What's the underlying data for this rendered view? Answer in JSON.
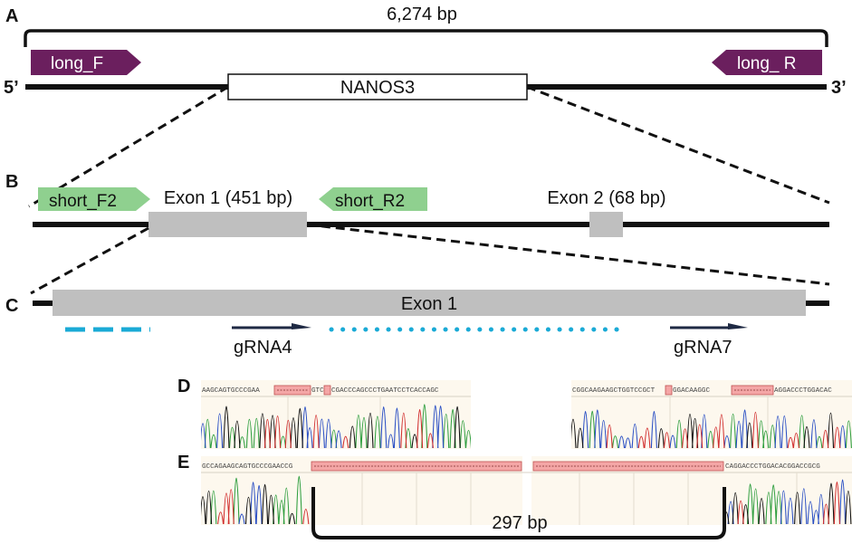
{
  "panel_a": {
    "letter": "A",
    "size_label": "6,274 bp",
    "five_prime": "5’",
    "three_prime": "3’",
    "gene": "NANOS3",
    "primer_f": "long_F",
    "primer_r": "long_ R"
  },
  "panel_b": {
    "letter": "B",
    "primer_f": "short_F2",
    "primer_r": "short_R2",
    "exon1": "Exon 1 (451 bp)",
    "exon2": "Exon 2 (68 bp)"
  },
  "panel_c": {
    "letter": "C",
    "exon": "Exon 1",
    "grna1": "gRNA4",
    "grna2": "gRNA7"
  },
  "panel_d": {
    "letter": "D",
    "seq_left_a": "AAGCAGTGCCCGAA",
    "seq_left_b": "GTC",
    "seq_left_c": "CGACCCAGCCCTGAATCCTCACCAGC",
    "seq_right_a": "CGGCAAGAAGCTGGTCCGCT",
    "seq_right_b": "GGACAAGGC",
    "seq_right_c": "AGGACCCTGGACAC"
  },
  "panel_e": {
    "letter": "E",
    "seq_left": "GCCAGAAGCAGTGCCCGAACCG",
    "seq_right": "CAGGACCCTGGACACGGACCGCG",
    "deletion": "297 bp"
  },
  "colors": {
    "primer_purple": "#6b1f5e",
    "primer_green": "#8fd08f",
    "exon_gray": "#bfbfbf",
    "grna_navy": "#1f2a44",
    "dash_cyan": "#1aaad6",
    "deletion_red": "#f4a6a6"
  }
}
